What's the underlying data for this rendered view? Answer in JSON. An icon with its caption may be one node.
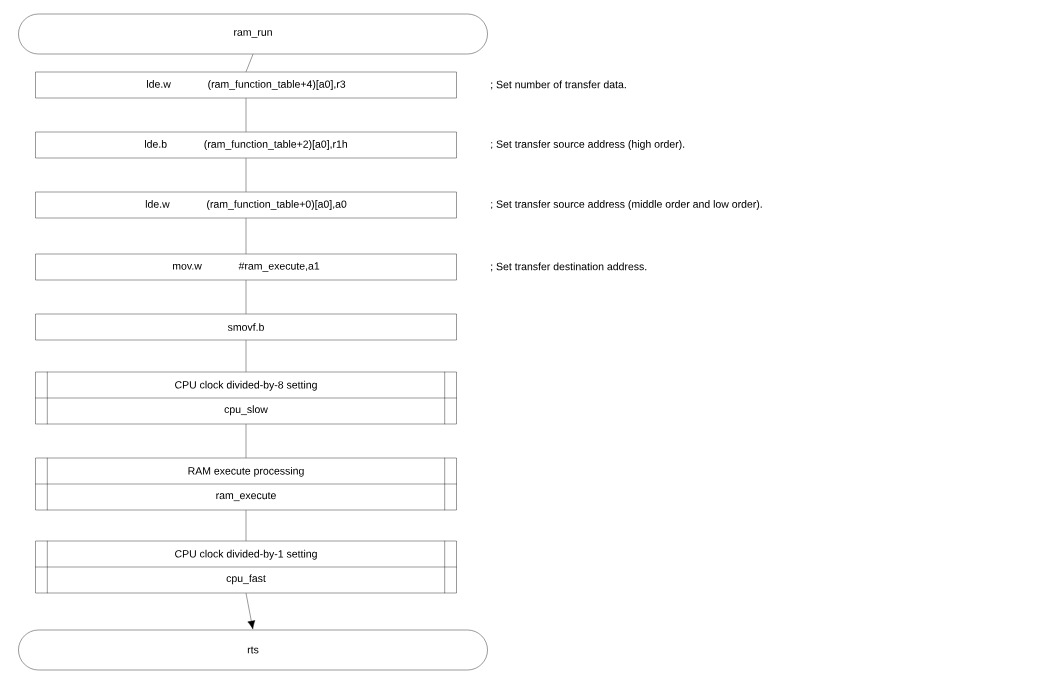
{
  "diagram": {
    "nodes": [
      {
        "text": [
          "ram_run"
        ]
      },
      {
        "text": [
          "lde.w",
          "(ram_function_table+4)[a0],r3"
        ],
        "beside": [
          "; Set number of transfer data."
        ]
      },
      {
        "text": [
          "lde.b",
          "(ram_function_table+2)[a0],r1h"
        ],
        "beside": [
          "; Set transfer source address (high order)."
        ]
      },
      {
        "text": [
          "lde.w",
          "(ram_function_table+0)[a0],a0"
        ],
        "beside": [
          "; Set transfer source address (middle order and low order)."
        ]
      },
      {
        "text": [
          "mov.w",
          "#ram_execute,a1"
        ],
        "beside": [
          "; Set transfer destination address."
        ]
      },
      {
        "text": [
          "smovf.b"
        ]
      },
      {
        "text": [
          "CPU clock divided-by-8 setting",
          "cpu_slow"
        ]
      },
      {
        "text": [
          "RAM execute processing",
          "ram_execute"
        ]
      },
      {
        "text": [
          "CPU clock divided-by-1 setting",
          "cpu_fast"
        ]
      },
      {
        "text": [
          "rts"
        ]
      }
    ],
    "edges": [
      {
        "from": 0,
        "to": 1,
        "arrow": "none"
      },
      {
        "from": 1,
        "to": 2,
        "arrow": "none"
      },
      {
        "from": 2,
        "to": 3,
        "arrow": "none"
      },
      {
        "from": 3,
        "to": 4,
        "arrow": "none"
      },
      {
        "from": 4,
        "to": 5,
        "arrow": "none"
      },
      {
        "from": 5,
        "to": 6,
        "arrow": "none"
      },
      {
        "from": 6,
        "to": 7,
        "arrow": "none"
      },
      {
        "from": 7,
        "to": 8,
        "arrow": "none"
      },
      {
        "from": 8,
        "to": 9,
        "arrow": "to"
      }
    ]
  }
}
